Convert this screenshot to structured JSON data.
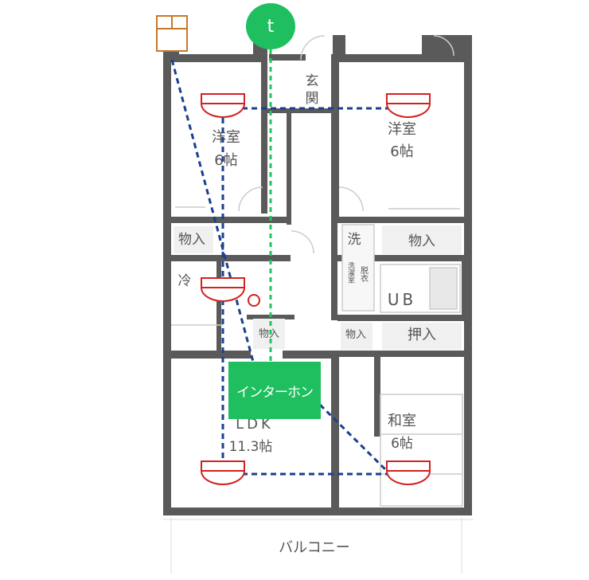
{
  "rooms": {
    "genkan": "玄\n関",
    "western_room_left": "洋室",
    "western_room_left_size": "6帖",
    "western_room_right": "洋室",
    "western_room_right_size": "6帖",
    "storage_left": "物入",
    "storage_right": "物入",
    "storage_small_left": "物入",
    "storage_small_right": "物入",
    "wash": "洗",
    "dressing": "脱衣",
    "washing_machine": "洗濯室",
    "fridge": "冷",
    "unit_bath": "UB",
    "closet": "押入",
    "ldk": "LDK",
    "ldk_size": "11.3帖",
    "japanese_room": "和室",
    "japanese_room_size": "6帖",
    "balcony": "バルコニー"
  },
  "overlay": {
    "intercom_label": "インターホン",
    "t_label": "t"
  },
  "colors": {
    "wall": "#555555",
    "dash_blue": "#1a3f8f",
    "dash_green": "#27c25f",
    "sensor_red": "#d42020",
    "accent_green": "#1fbf5f",
    "panel_brown": "#c47a2a"
  }
}
